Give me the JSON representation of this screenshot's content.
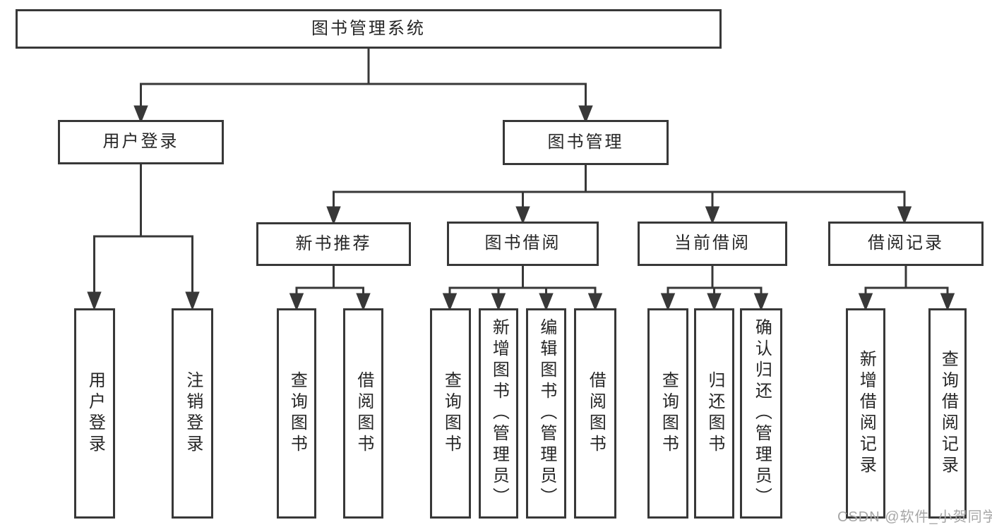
{
  "diagram": {
    "title_node": "图书管理系统",
    "nodes": {
      "root": {
        "label": "图书管理系统"
      },
      "user_login": {
        "label": "用户登录"
      },
      "book_mgmt": {
        "label": "图书管理"
      },
      "new_book_rec": {
        "label": "新书推荐"
      },
      "book_borrow": {
        "label": "图书借阅"
      },
      "current_borrow": {
        "label": "当前借阅"
      },
      "borrow_records": {
        "label": "借阅记录"
      },
      "leaf_user_login": {
        "label": "用户登录"
      },
      "leaf_logout": {
        "label": "注销登录"
      },
      "leaf_query_book_rec": {
        "label": "查询图书"
      },
      "leaf_borrow_book_rec": {
        "label": "借阅图书"
      },
      "leaf_query_book_borrow": {
        "label": "查询图书"
      },
      "leaf_add_book": {
        "label": "新增图书（管理员）"
      },
      "leaf_edit_book": {
        "label": "编辑图书（管理员）"
      },
      "leaf_borrow_book_borrow": {
        "label": "借阅图书"
      },
      "leaf_query_book_current": {
        "label": "查询图书"
      },
      "leaf_return_book": {
        "label": "归还图书"
      },
      "leaf_confirm_return": {
        "label": "确认归还（管理员）"
      },
      "leaf_add_record": {
        "label": "新增借阅记录"
      },
      "leaf_query_record": {
        "label": "查询借阅记录"
      }
    },
    "colors": {
      "line": "#383838",
      "box_border": "#383838",
      "box_background": "#ffffff",
      "text": "#262626",
      "watermark": "#a6a6a6"
    }
  },
  "watermark": {
    "text": "CSDN @软件_小贺同学"
  }
}
